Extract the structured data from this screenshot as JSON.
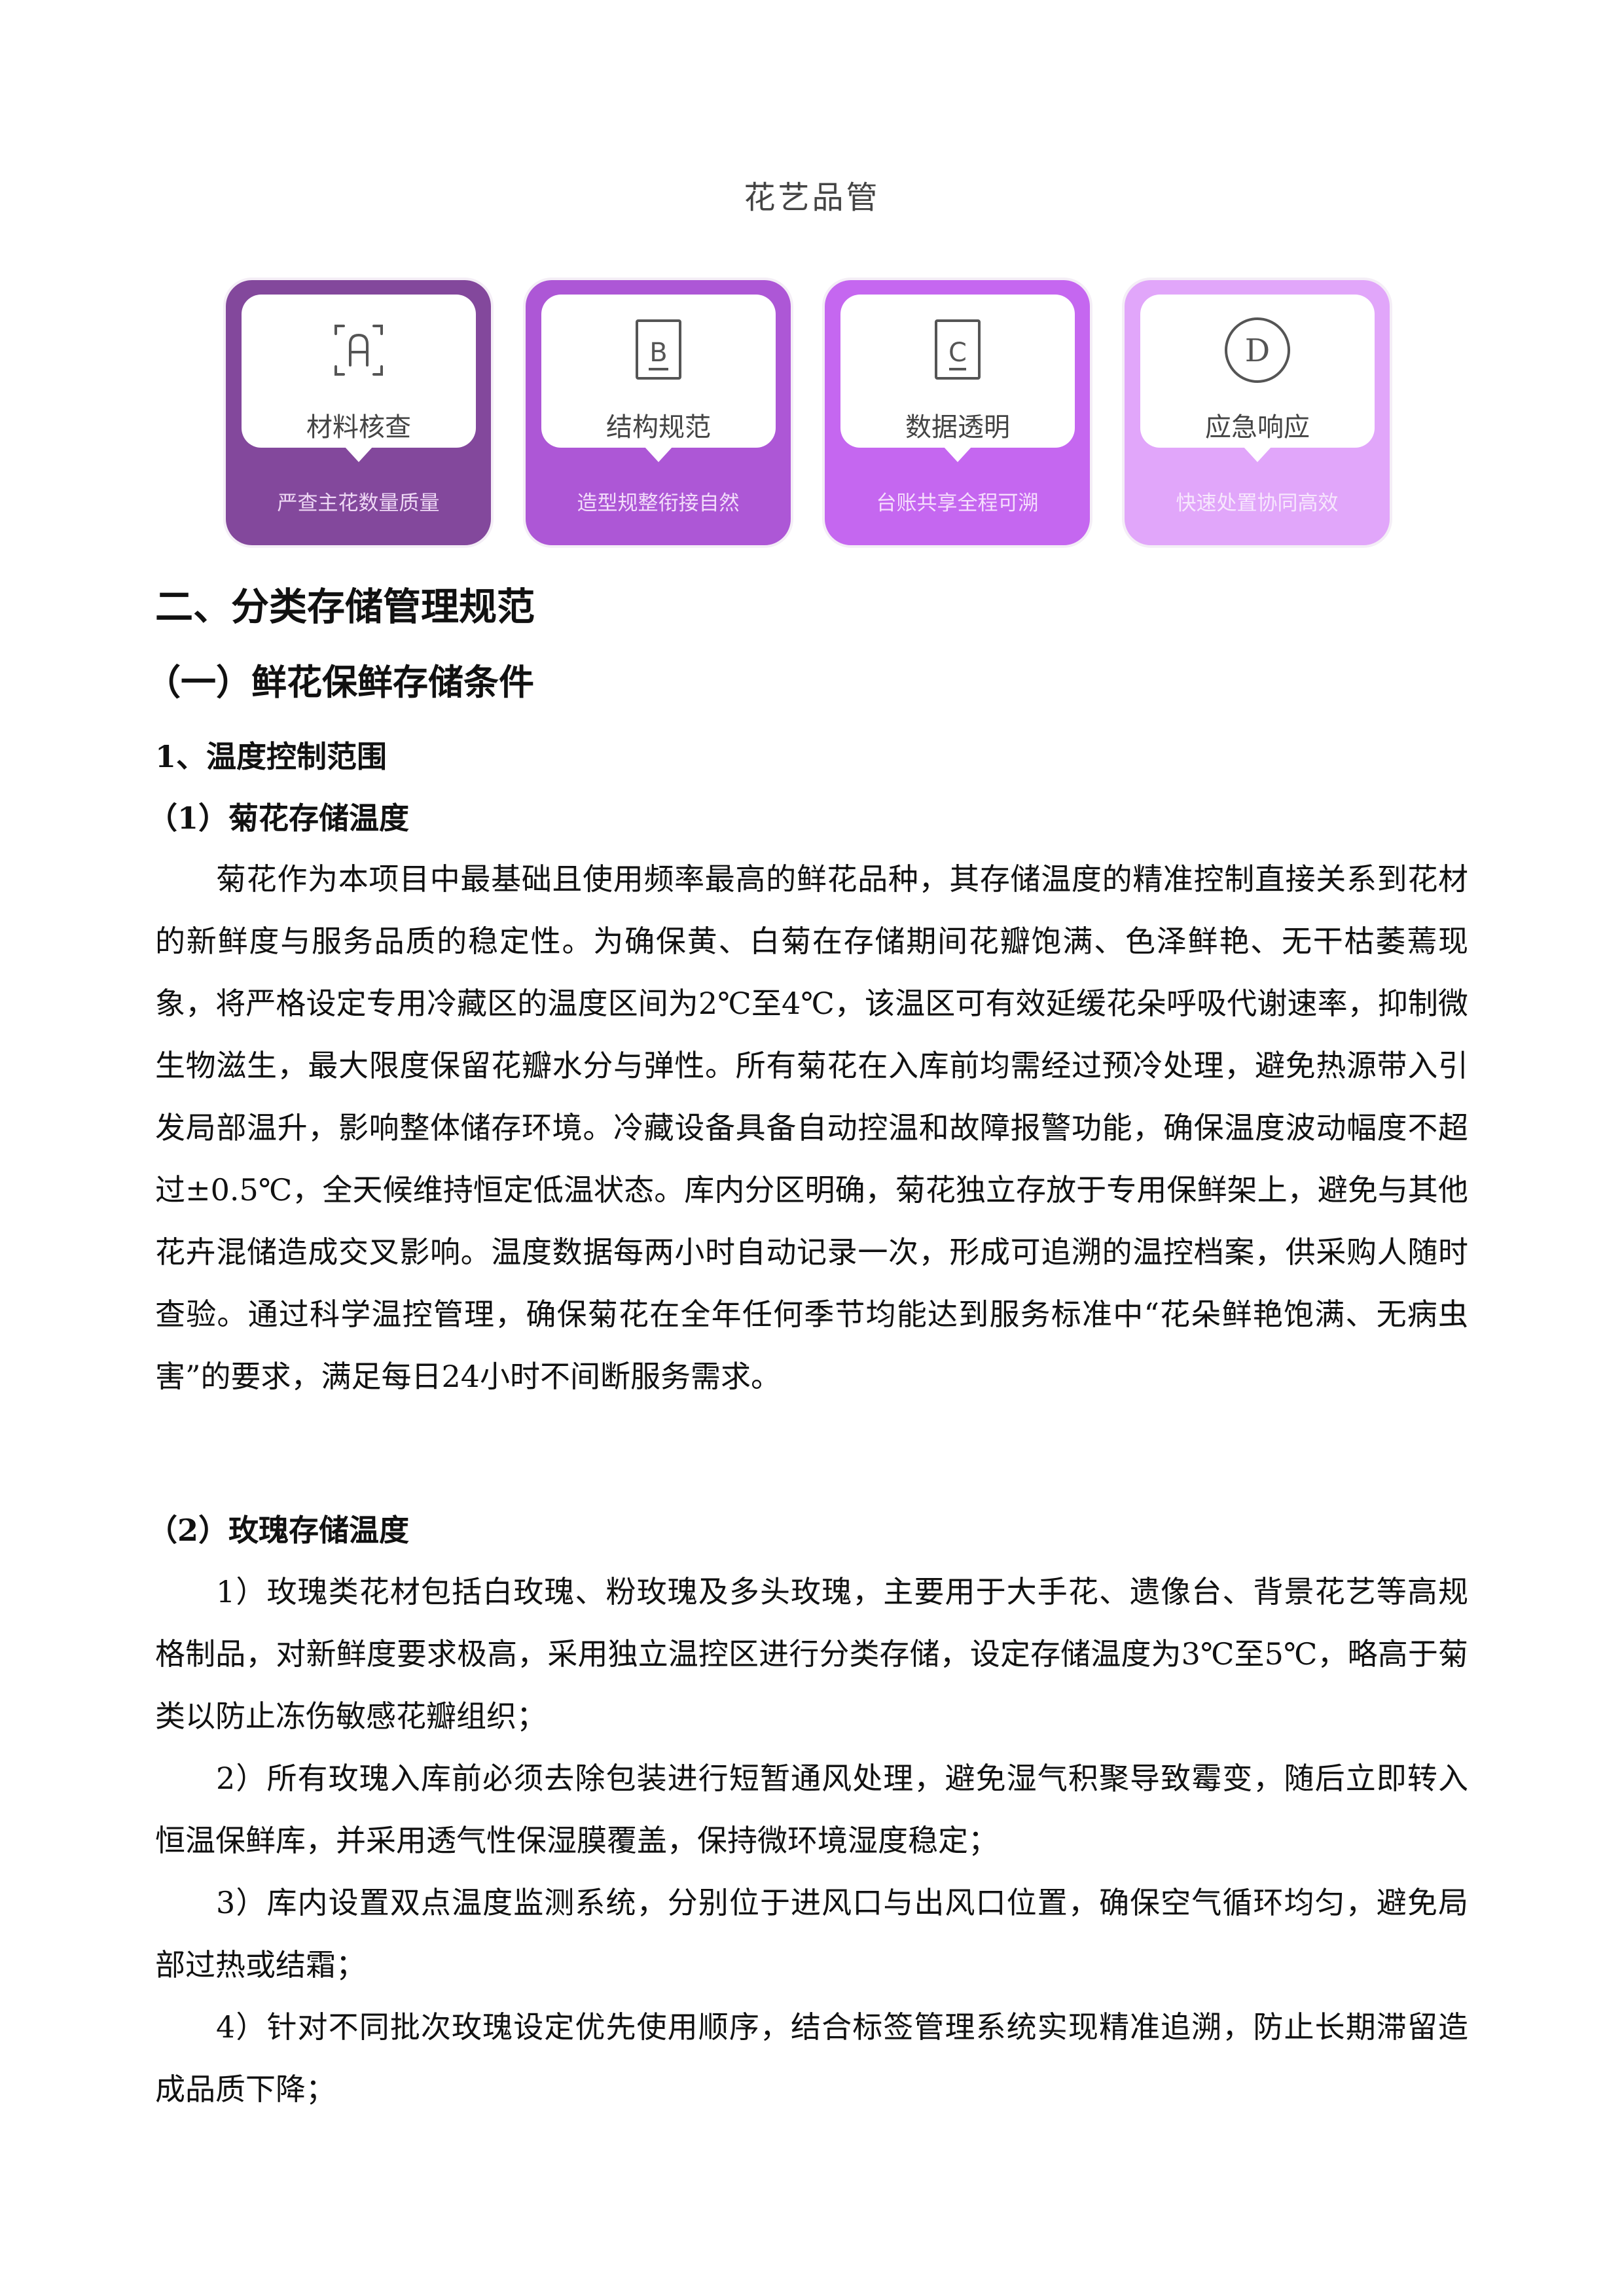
{
  "page_title": "花艺品管",
  "cards": [
    {
      "icon": "A",
      "icon_style": "bracket-frame",
      "label": "材料核查",
      "subtitle": "严查主花数量质量",
      "color": "#83489c",
      "sub_color": "#eed7f5"
    },
    {
      "icon": "B",
      "icon_style": "square-box",
      "label": "结构规范",
      "subtitle": "造型规整衔接自然",
      "color": "#ad57d6",
      "sub_color": "#f3dcfb"
    },
    {
      "icon": "C",
      "icon_style": "square-box",
      "label": "数据透明",
      "subtitle": "台账共享全程可溯",
      "color": "#c567f0",
      "sub_color": "#f6defd"
    },
    {
      "icon": "D",
      "icon_style": "circle",
      "label": "应急响应",
      "subtitle": "快速处置协同高效",
      "color": "#e1a6fa",
      "sub_color": "#f7e7fd"
    }
  ],
  "section": {
    "heading": "二、分类存储管理规范",
    "subheading": "（一）鲜花保鲜存储条件",
    "sub_subheading": "1、温度控制范围",
    "items": [
      {
        "heading": "（1）菊花存储温度",
        "paragraphs": [
          "菊花作为本项目中最基础且使用频率最高的鲜花品种，其存储温度的精准控制直接关系到花材的新鲜度与服务品质的稳定性。为确保黄、白菊在存储期间花瓣饱满、色泽鲜艳、无干枯萎蔫现象，将严格设定专用冷藏区的温度区间为2℃至4℃，该温区可有效延缓花朵呼吸代谢速率，抑制微生物滋生，最大限度保留花瓣水分与弹性。所有菊花在入库前均需经过预冷处理，避免热源带入引发局部温升，影响整体储存环境。冷藏设备具备自动控温和故障报警功能，确保温度波动幅度不超过±0.5℃，全天候维持恒定低温状态。库内分区明确，菊花独立存放于专用保鲜架上，避免与其他花卉混储造成交叉影响。温度数据每两小时自动记录一次，形成可追溯的温控档案，供采购人随时查验。通过科学温控管理，确保菊花在全年任何季节均能达到服务标准中“花朵鲜艳饱满、无病虫害”的要求，满足每日24小时不间断服务需求。"
        ]
      },
      {
        "heading": "（2）玫瑰存储温度",
        "paragraphs": [
          "1）玫瑰类花材包括白玫瑰、粉玫瑰及多头玫瑰，主要用于大手花、遗像台、背景花艺等高规格制品，对新鲜度要求极高，采用独立温控区进行分类存储，设定存储温度为3℃至5℃，略高于菊类以防止冻伤敏感花瓣组织；",
          "2）所有玫瑰入库前必须去除包装进行短暂通风处理，避免湿气积聚导致霉变，随后立即转入恒温保鲜库，并采用透气性保湿膜覆盖，保持微环境湿度稳定；",
          "3）库内设置双点温度监测系统，分别位于进风口与出风口位置，确保空气循环均匀，避免局部过热或结霜；",
          "4）针对不同批次玫瑰设定优先使用顺序，结合标签管理系统实现精准追溯，防止长期滞留造成品质下降；"
        ]
      }
    ]
  }
}
